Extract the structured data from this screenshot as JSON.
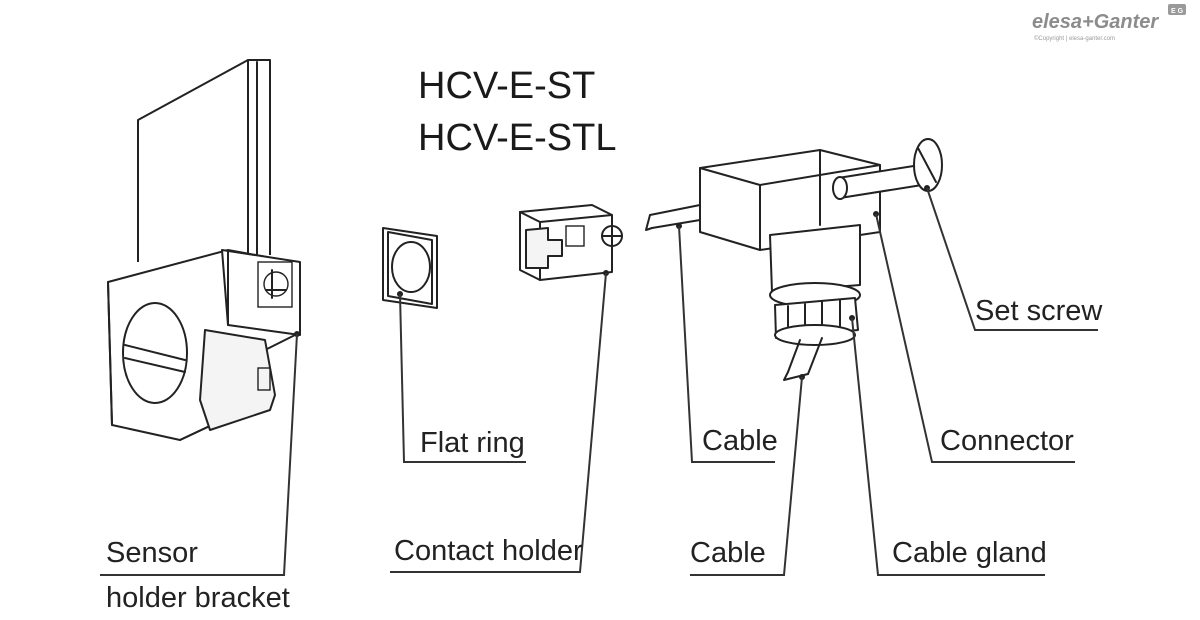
{
  "models": [
    "HCV-E-ST",
    "HCV-E-STL"
  ],
  "labels": {
    "sensor_holder_bracket_line1": "Sensor",
    "sensor_holder_bracket_line2": "holder bracket",
    "flat_ring": "Flat ring",
    "contact_holder": "Contact holder",
    "cable_top": "Cable",
    "cable_bottom": "Cable",
    "connector": "Connector",
    "cable_gland": "Cable gland",
    "set_screw": "Set screw"
  },
  "logo": {
    "brand": "elesa+Ganter",
    "badge": "E G",
    "copyright": "©Copyright | elesa-ganter.com"
  },
  "colors": {
    "line": "#222222",
    "logo": "#8c8c8c"
  }
}
